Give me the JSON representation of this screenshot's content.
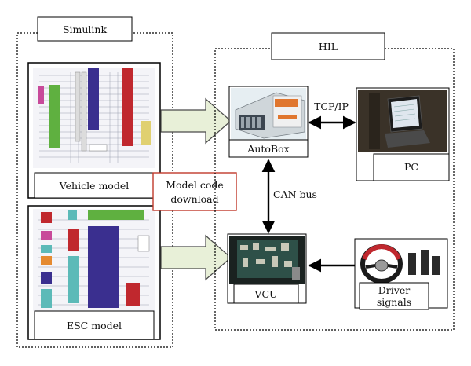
{
  "simulink": {
    "title": "Simulink",
    "vehicle_model_label": "Vehicle model",
    "esc_model_label": "ESC model"
  },
  "download": {
    "line1": "Model code",
    "line2": "download",
    "border_color": "#c0392b"
  },
  "hil": {
    "title": "HIL",
    "autobox_label": "AutoBox",
    "pc_label": "PC",
    "vcu_label": "VCU",
    "driver_line1": "Driver",
    "driver_line2": "signals"
  },
  "links": {
    "tcp_ip": "TCP/IP",
    "can_bus": "CAN bus"
  },
  "colors": {
    "flow_arrow_fill": "#e8f0d8",
    "flow_arrow_stroke": "#4a4a4a",
    "green_block": "#5fb040",
    "purple_block": "#3a2f8f",
    "red_block": "#c0282e",
    "yellow_block": "#e0d070",
    "magenta_block": "#c84a9a",
    "teal_block": "#5cbab8",
    "orange_block": "#e58a30"
  }
}
